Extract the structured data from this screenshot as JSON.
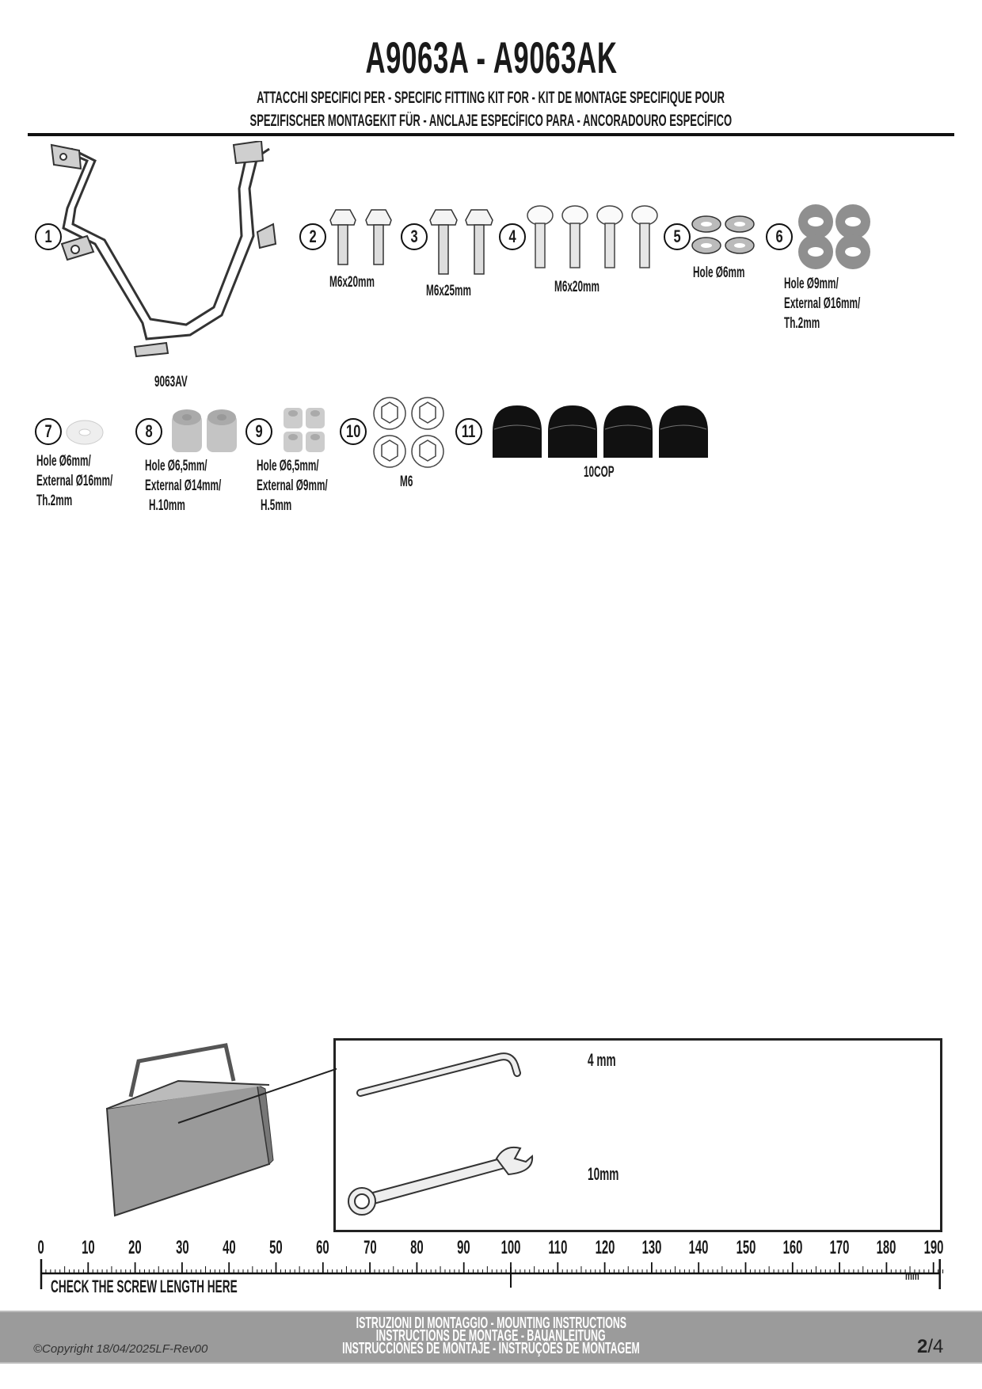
{
  "header": {
    "title": "A9063A - A9063AK",
    "subtitle_line1": "ATTACCHI SPECIFICI PER  -  SPECIFIC FITTING KIT FOR  -  KIT DE MONTAGE SPECIFIQUE POUR",
    "subtitle_line2": "SPEZIFISCHER MONTAGEKIT FÜR  -  ANCLAJE ESPECÍFICO PARA - ANCORADOURO ESPECÍFICO"
  },
  "parts": [
    {
      "number": "1",
      "label": "9063AV"
    },
    {
      "number": "2",
      "label": "M6x20mm"
    },
    {
      "number": "3",
      "label": "M6x25mm"
    },
    {
      "number": "4",
      "label": "M6x20mm"
    },
    {
      "number": "5",
      "label": "Hole Ø6mm"
    },
    {
      "number": "6",
      "label_lines": [
        "Hole Ø9mm/",
        "External Ø16mm/",
        "Th.2mm"
      ]
    },
    {
      "number": "7",
      "label_lines": [
        "Hole Ø6mm/",
        "External Ø16mm/",
        "Th.2mm"
      ]
    },
    {
      "number": "8",
      "label_lines": [
        "Hole Ø6,5mm/",
        "External Ø14mm/",
        "H.10mm"
      ]
    },
    {
      "number": "9",
      "label_lines": [
        "Hole Ø6,5mm/",
        "External Ø9mm/",
        "H.5mm"
      ]
    },
    {
      "number": "10",
      "label": "M6"
    },
    {
      "number": "11",
      "label": "10COP"
    }
  ],
  "tools": {
    "allen_key": "4 mm",
    "wrench": "10mm"
  },
  "ruler": {
    "ticks": [
      "0",
      "10",
      "20",
      "30",
      "40",
      "50",
      "60",
      "70",
      "80",
      "90",
      "100",
      "110",
      "120",
      "130",
      "140",
      "150",
      "160",
      "170",
      "180",
      "190"
    ],
    "caption": "CHECK THE SCREW LENGTH HERE",
    "unit": "mm"
  },
  "footer": {
    "line1": "ISTRUZIONI DI MONTAGGIO  -  MOUNTING INSTRUCTIONS",
    "line2": "INSTRUCTIONS DE MONTAGE - BAUANLEITUNG",
    "line3": "INSTRUCCIONES DE MONTAJE - INSTRUÇÕES DE MONTAGEM",
    "copyright": "©Copyright 18/04/2025LF-Rev00",
    "page_current": "2",
    "page_total": "/4"
  },
  "colors": {
    "band": "#9b9b9b",
    "part_gray": "#8f8f8f",
    "cap_black": "#111111"
  }
}
